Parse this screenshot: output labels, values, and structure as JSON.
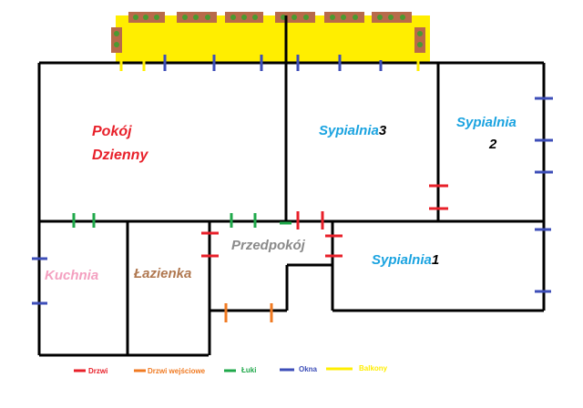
{
  "rooms": {
    "pokoj_line1": "Pokój",
    "pokoj_line2": "Dzienny",
    "sypialnia3_word": "Sypialnia",
    "sypialnia3_num": "3",
    "sypialnia2_word": "Sypialnia",
    "sypialnia2_num": "2",
    "sypialnia1_word": "Sypialnia",
    "sypialnia1_num": "1",
    "kuchnia": "Kuchnia",
    "lazienka": "Łazienka",
    "przedpokoj": "Przedpokój"
  },
  "legend": {
    "doors": "Drzwi",
    "entrance_doors": "Drzwi wejściowe",
    "arches": "Łuki",
    "windows": "Okna",
    "balconies": "Balkony"
  },
  "colors": {
    "walls": "#000000",
    "doors": "#e8202a",
    "entrance_doors": "#f07a22",
    "arches": "#1fa84a",
    "windows": "#3d4eb8",
    "balconies": "#ffee00",
    "living_room_label": "#e8202a",
    "bedroom_label": "#1aa3e0",
    "kitchen_label": "#f4a0c0",
    "bathroom_label": "#b07850",
    "hall_label": "#8a8a8a",
    "number_label": "#000000",
    "planter": "#b86a4a",
    "plants": "#4a9a30"
  }
}
